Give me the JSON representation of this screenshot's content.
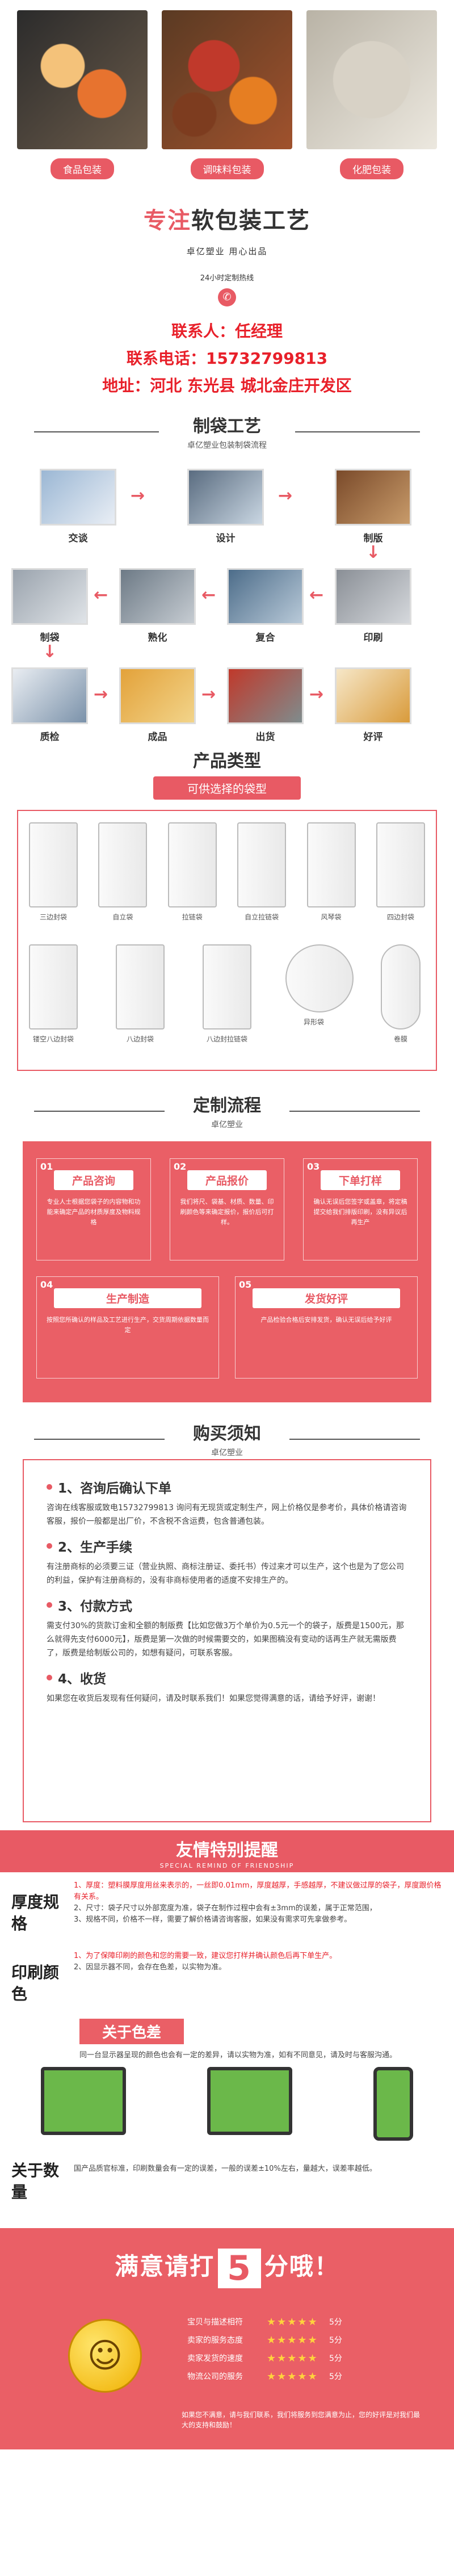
{
  "hero": {
    "items": [
      {
        "label": "食品包装"
      },
      {
        "label": "调味料包装"
      },
      {
        "label": "化肥包装"
      }
    ]
  },
  "intro": {
    "title_highlight": "专注",
    "title_rest": "软包装工艺",
    "subtitle": "卓亿塑业  用心出品",
    "hotline_label": "24小时定制热线",
    "contact_person": "联系人：任经理",
    "contact_phone": "联系电话：15732799813",
    "address": "地址：河北 东光县 城北金庄开发区"
  },
  "process_section": {
    "title": "制袋工艺",
    "subtitle": "卓亿塑业包装制袋流程"
  },
  "process_steps": [
    {
      "label": "交谈"
    },
    {
      "label": "设计"
    },
    {
      "label": "制版"
    },
    {
      "label": "印刷"
    },
    {
      "label": "复合"
    },
    {
      "label": "熟化"
    },
    {
      "label": "制袋"
    },
    {
      "label": "质检"
    },
    {
      "label": "成品"
    },
    {
      "label": "出货"
    },
    {
      "label": "好评"
    }
  ],
  "types": {
    "title": "产品类型",
    "bar": "可供选择的袋型",
    "items": [
      "三边封袋",
      "自立袋",
      "拉链袋",
      "自立拉链袋",
      "风琴袋",
      "四边封袋",
      "镂空八边封袋",
      "八边封袋",
      "八边封拉链袋",
      "异形袋",
      "卷膜"
    ]
  },
  "flow_section": {
    "title": "定制流程",
    "subtitle": "卓亿塑业"
  },
  "flow_cards": [
    {
      "num": "01",
      "title": "产品咨询",
      "text": "专业人士根据您袋子的内容物和功能来确定产品的材质厚度及物料规格"
    },
    {
      "num": "02",
      "title": "产品报价",
      "text": "我们将尺、袋基、材质、数量、印刷颜色等来确定报价，报价后可打样。"
    },
    {
      "num": "03",
      "title": "下单打样",
      "text": "确认无误后您签字或盖章，将定稿提交给我们排版印刷，没有异议后再生产"
    },
    {
      "num": "04",
      "title": "生产制造",
      "text": "按照您所确认的样品及工艺进行生产，交货周期依据数量而定"
    },
    {
      "num": "05",
      "title": "发货好评",
      "text": "产品检验合格后安排发货，确认无误后给予好评"
    }
  ],
  "notice_section": {
    "title": "购买须知",
    "subtitle": "卓亿塑业"
  },
  "notice": [
    {
      "heading": "1、咨询后确认下单",
      "text": "咨询在线客服或致电15732799813 询问有无现货或定制生产，网上价格仅是参考价，具体价格请咨询客服，报价一般都是出厂价，不含税不含运费，包含普通包装。"
    },
    {
      "heading": "2、生产手续",
      "text": "有注册商标的必须要三证（营业执照、商标注册证、委托书）传过来才可以生产，这个也是为了您公司的利益，保护有注册商标的，没有非商标使用者的适度不安排生产的。"
    },
    {
      "heading": "3、付款方式",
      "text": "需支付30%的货款订金和全额的制版费【比如您做3万个单价为0.5元一个的袋子，版费是1500元，那么就得先支付6000元】，版费是第一次做的时候需要交的，如果图稿没有变动的话再生产就无需版费了，版费是给制版公司的，如想有疑问，可联系客服。"
    },
    {
      "heading": "4、收货",
      "text": "如果您在收货后发现有任何疑问，请及时联系我们！如果您觉得满意的话，请给予好评，谢谢！"
    }
  ],
  "friend": {
    "title": "友情特别提醒",
    "en": "SPECIAL REMIND OF FRIENDSHIP",
    "thickness_key": "厚度规格",
    "thickness_text_a": "1、厚度：塑料膜厚度用丝来表示的，一丝即0.01mm，厚度越厚，手感越厚，不建议做过厚的袋子，厚度跟价格有关系。",
    "thickness_text_b": "2、尺寸：袋子尺寸以外部宽度为准，袋子在制作过程中会有±3mm的误差，属于正常范围，",
    "thickness_text_c": "3、规格不同，价格不一样，需要了解价格请咨询客服，如果没有需求可先拿做参考。",
    "print_key": "印刷颜色",
    "print_text_a": "1、为了保障印刷的颜色和您的需要一致，建议您打样并确认颜色后再下单生产。",
    "print_text_b": "2、因显示器不同，会存在色差，以实物为准。",
    "color_title": "关于色差",
    "color_text": "同一台显示器呈现的颜色也会有一定的差异，请以实物为准，如有不同意见，请及时与客服沟通。",
    "qty_key": "关于数量",
    "qty_text": "国产品质官标准，印刷数量会有一定的误差，一般的误差±10%左右，量越大，误差率越低。"
  },
  "rating": {
    "title_a": "满意请打",
    "title_b": "5",
    "title_c": "分哦！",
    "rows": [
      {
        "label": "宝贝与描述相符",
        "score": "5分"
      },
      {
        "label": "卖家的服务态度",
        "score": "5分"
      },
      {
        "label": "卖家发货的速度",
        "score": "5分"
      },
      {
        "label": "物流公司的服务",
        "score": "5分"
      }
    ],
    "note": "如果您不满意，请与我们联系，我们将服务到您满意为止，您的好评是对我们最大的支持和鼓励！"
  }
}
